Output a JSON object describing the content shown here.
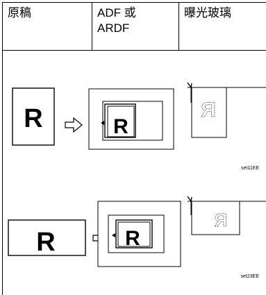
{
  "table": {
    "headers": {
      "original": "原稿",
      "adf": "ADF 或\nARDF",
      "glass": "曝光玻璃"
    }
  },
  "figures": [
    {
      "letter": "R",
      "id": "set11EE",
      "arrow_icon": "hollow-right-arrow-icon"
    },
    {
      "letter": "R",
      "id": "set23EE",
      "arrow_icon": "hollow-right-arrow-icon"
    }
  ]
}
